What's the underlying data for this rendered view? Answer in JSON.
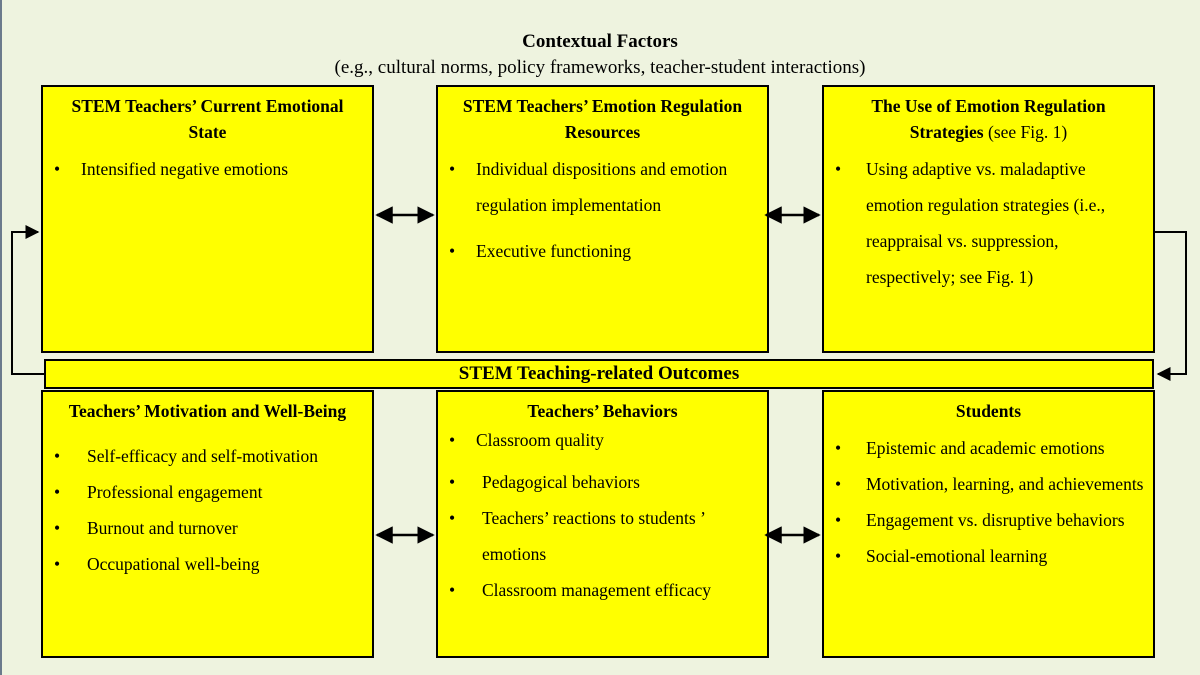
{
  "context": {
    "title": "Contextual Factors",
    "subtitle": "(e.g., cultural norms, policy frameworks, teacher-student interactions)"
  },
  "top_boxes": [
    {
      "title": "STEM Teachers’ Current Emotional State",
      "title_suffix": "",
      "items": [
        "Intensified negative emotions"
      ]
    },
    {
      "title": "STEM Teachers’ Emotion Regulation Resources",
      "title_suffix": "",
      "items": [
        "Individual dispositions and emotion regulation implementation",
        "Executive functioning"
      ]
    },
    {
      "title": "The Use of Emotion Regulation Strategies",
      "title_suffix": " (see Fig. 1)",
      "items": [
        "Using adaptive vs. maladaptive emotion regulation strategies (i.e., reappraisal vs. suppression, respectively; see Fig. 1)"
      ]
    }
  ],
  "outcomes": {
    "title": "STEM Teaching-related Outcomes"
  },
  "bottom_boxes": [
    {
      "title": "Teachers’ Motivation and Well-Being",
      "items": [
        "Self-efficacy and self-motivation",
        "Professional engagement",
        "Burnout and turnover",
        "Occupational well-being"
      ]
    },
    {
      "title": "Teachers’ Behaviors",
      "items": [
        "Classroom quality",
        "Pedagogical behaviors",
        "Teachers’ reactions to students ’ emotions",
        "Classroom management efficacy"
      ]
    },
    {
      "title": "Students",
      "items": [
        "Epistemic and academic emotions",
        "Motivation, learning, and achievements",
        "Engagement vs. disruptive behaviors",
        "Social-emotional learning"
      ]
    }
  ],
  "colors": {
    "box_fill": "#ffff00",
    "background": "#eef3df",
    "line": "#000000"
  }
}
